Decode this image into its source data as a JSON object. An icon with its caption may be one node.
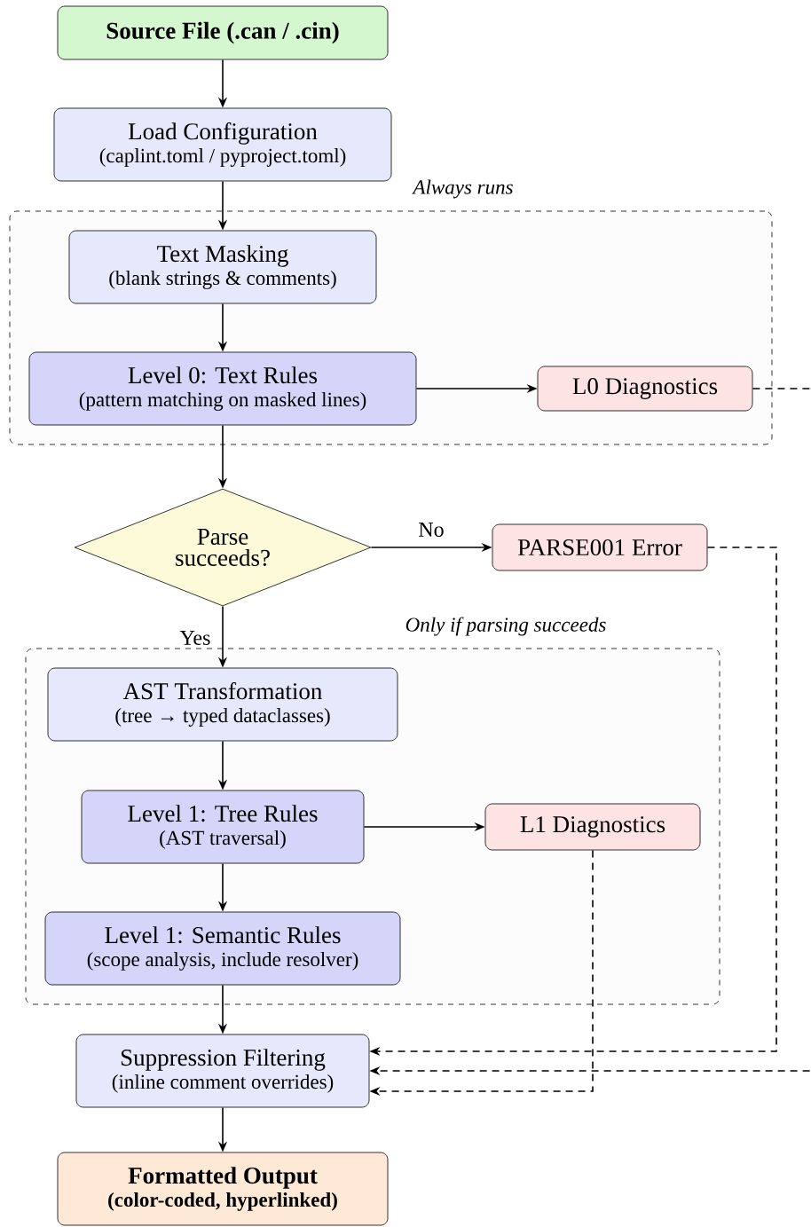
{
  "diagram": {
    "nodes": [
      {
        "text": [
          "Source File (.can / .cin)"
        ]
      },
      {
        "text": [
          "Load Configuration",
          "(caplint.toml / pyproject.toml)"
        ]
      },
      {
        "text": [
          "Always runs"
        ]
      },
      {
        "text": [
          "Text Masking",
          "(blank strings & comments)"
        ],
        "in": 2
      },
      {
        "text": [
          "Level 0: Text Rules",
          "(pattern matching on masked lines)"
        ],
        "in": 2
      },
      {
        "text": [
          "L0 Diagnostics"
        ],
        "in": 2
      },
      {
        "text": [
          "Parse succeeds?"
        ]
      },
      {
        "text": [
          "PARSE001 Error"
        ]
      },
      {
        "text": [
          "Only if parsing succeeds"
        ]
      },
      {
        "text": [
          "AST Transformation",
          "(tree → typed dataclasses)"
        ],
        "in": 8
      },
      {
        "text": [
          "Level 1: Tree Rules",
          "(AST traversal)"
        ],
        "in": 8
      },
      {
        "text": [
          "L1 Diagnostics"
        ],
        "in": 8
      },
      {
        "text": [
          "Level 1: Semantic Rules",
          "(scope analysis, include resolver)"
        ],
        "in": 8
      },
      {
        "text": [
          "Suppression Filtering",
          "(inline comment overrides)"
        ]
      },
      {
        "text": [
          "Formatted Output",
          "(color-coded, hyperlinked)"
        ]
      }
    ],
    "edges": [
      {
        "from": 0,
        "to": 1,
        "arrow": "to"
      },
      {
        "from": 1,
        "to": 3,
        "arrow": "to"
      },
      {
        "from": 3,
        "to": 4,
        "arrow": "to"
      },
      {
        "from": 4,
        "to": 5,
        "arrow": "to"
      },
      {
        "from": 4,
        "to": 6,
        "arrow": "to"
      },
      {
        "from": 6,
        "to": 7,
        "arrow": "to",
        "label": "No"
      },
      {
        "from": 6,
        "to": 9,
        "arrow": "to",
        "label": "Yes"
      },
      {
        "from": 9,
        "to": 10,
        "arrow": "to"
      },
      {
        "from": 10,
        "to": 11,
        "arrow": "to"
      },
      {
        "from": 10,
        "to": 12,
        "arrow": "to"
      },
      {
        "from": 12,
        "to": 13,
        "arrow": "to"
      },
      {
        "from": 7,
        "to": 13,
        "arrow": "to",
        "style": "dashed"
      },
      {
        "from": 5,
        "to": 13,
        "arrow": "to",
        "style": "dashed"
      },
      {
        "from": 11,
        "to": 13,
        "arrow": "to",
        "style": "dashed"
      },
      {
        "from": 13,
        "to": 14,
        "arrow": "to"
      }
    ]
  }
}
